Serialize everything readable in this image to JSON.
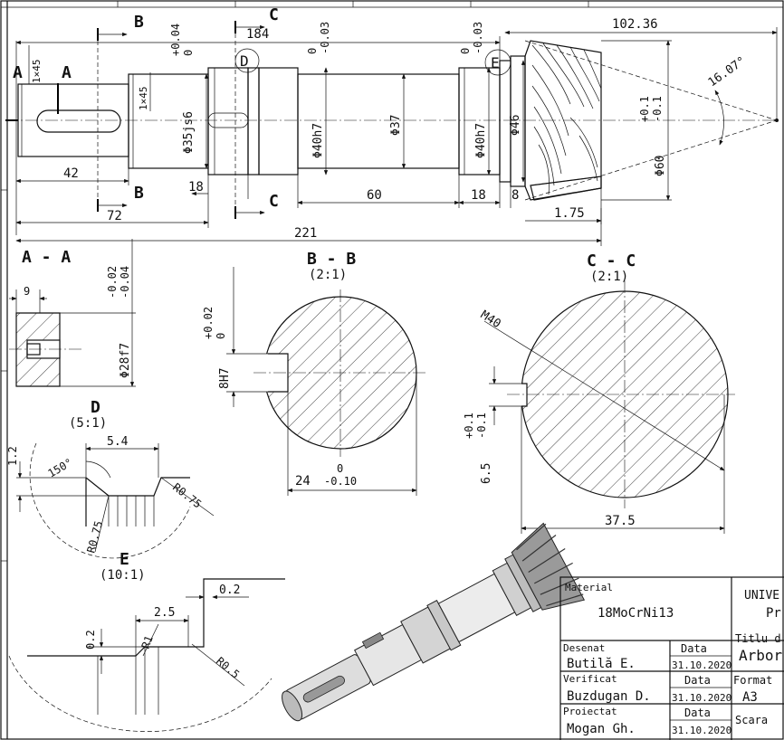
{
  "main_view": {
    "dims": {
      "chamfer_top": "1×45",
      "chamfer_mid": "1×45",
      "len_42": "42",
      "len_72": "72",
      "len_18a": "18",
      "len_60": "60",
      "len_18b": "18",
      "len_8": "8",
      "len_184": "184",
      "len_221": "221",
      "len_102": "102.36",
      "len_175": "1.75",
      "angle": "16.07°",
      "d35": "Φ35js6",
      "d35_tol_a": "+0.04",
      "d35_tol_b": "0",
      "d40a": "Φ40h7",
      "d40a_tol_a": "0",
      "d40a_tol_b": "-0.03",
      "d37": "Φ37",
      "d40b": "Φ40h7",
      "d40b_tol_a": "0",
      "d40b_tol_b": "-0.03",
      "d46": "Φ46",
      "d60": "Φ60",
      "d60_tol_a": "+0.1",
      "d60_tol_b": "-0.1"
    },
    "section_marks": {
      "a": "A",
      "b": "B",
      "c": "C",
      "d": "D",
      "e": "E"
    }
  },
  "section_aa": {
    "title": "A - A",
    "dim_9": "9",
    "dia": "Φ28f7",
    "tol_a": "-0.02",
    "tol_b": "-0.04"
  },
  "section_bb": {
    "title": "B - B",
    "scale": "(2:1)",
    "key": "8H7",
    "key_tol_a": "+0.02",
    "key_tol_b": "0",
    "width": "24",
    "width_tol_a": "0",
    "width_tol_b": "-0.10"
  },
  "section_cc": {
    "title": "C - C",
    "scale": "(2:1)",
    "thread": "M40",
    "depth": "6.5",
    "depth_tol_a": "+0.1",
    "depth_tol_b": "-0.1",
    "width": "37.5"
  },
  "detail_d": {
    "title": "D",
    "scale": "(5:1)",
    "h": "1.2",
    "w": "5.4",
    "angle": "150°",
    "r1": "R0.75",
    "r2": "R0.75"
  },
  "detail_e": {
    "title": "E",
    "scale": "(10:1)",
    "w": "2.5",
    "top": "0.2",
    "left": "0.2",
    "r1": "R1",
    "r2": "R0.5"
  },
  "title_block": {
    "material_label": "Material",
    "material": "18MoCrNi13",
    "univ": "UNIVE",
    "univ2": "Pr",
    "titlu_label": "Titlu d",
    "titlu": "Arbor",
    "desenat_label": "Desenat",
    "desenat": "Butilă E.",
    "verificat_label": "Verificat",
    "verificat": "Buzdugan D.",
    "proiectat_label": "Proiectat",
    "proiectat": "Mogan Gh.",
    "data_label": "Data",
    "date": "31.10.2020",
    "format_label": "Format",
    "format": "A3",
    "scara_label": "Scara"
  }
}
